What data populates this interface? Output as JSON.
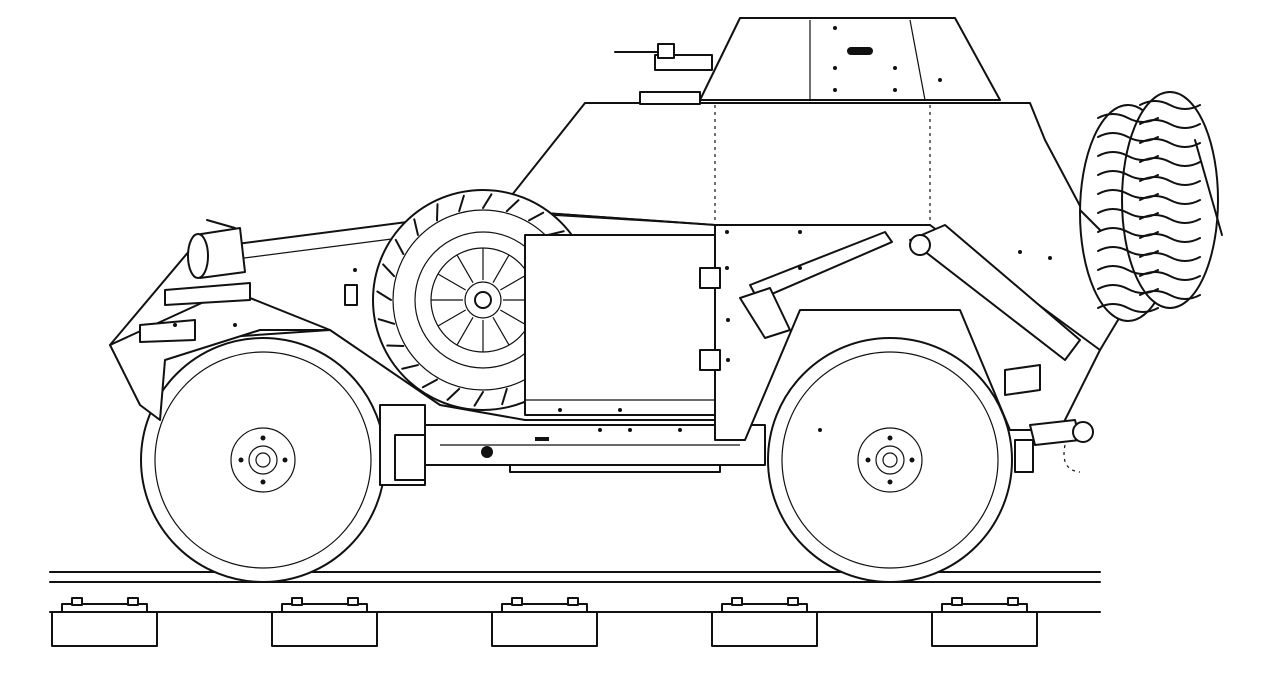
{
  "drawing": {
    "line_color": "#111111",
    "background_color": "#ffffff",
    "subject": "armored-rail-car",
    "view": "side-elevation",
    "sleeper_count": 5,
    "wheel_count": 2,
    "spare_wheels_rear": 2,
    "spare_wheels_side": 1
  }
}
